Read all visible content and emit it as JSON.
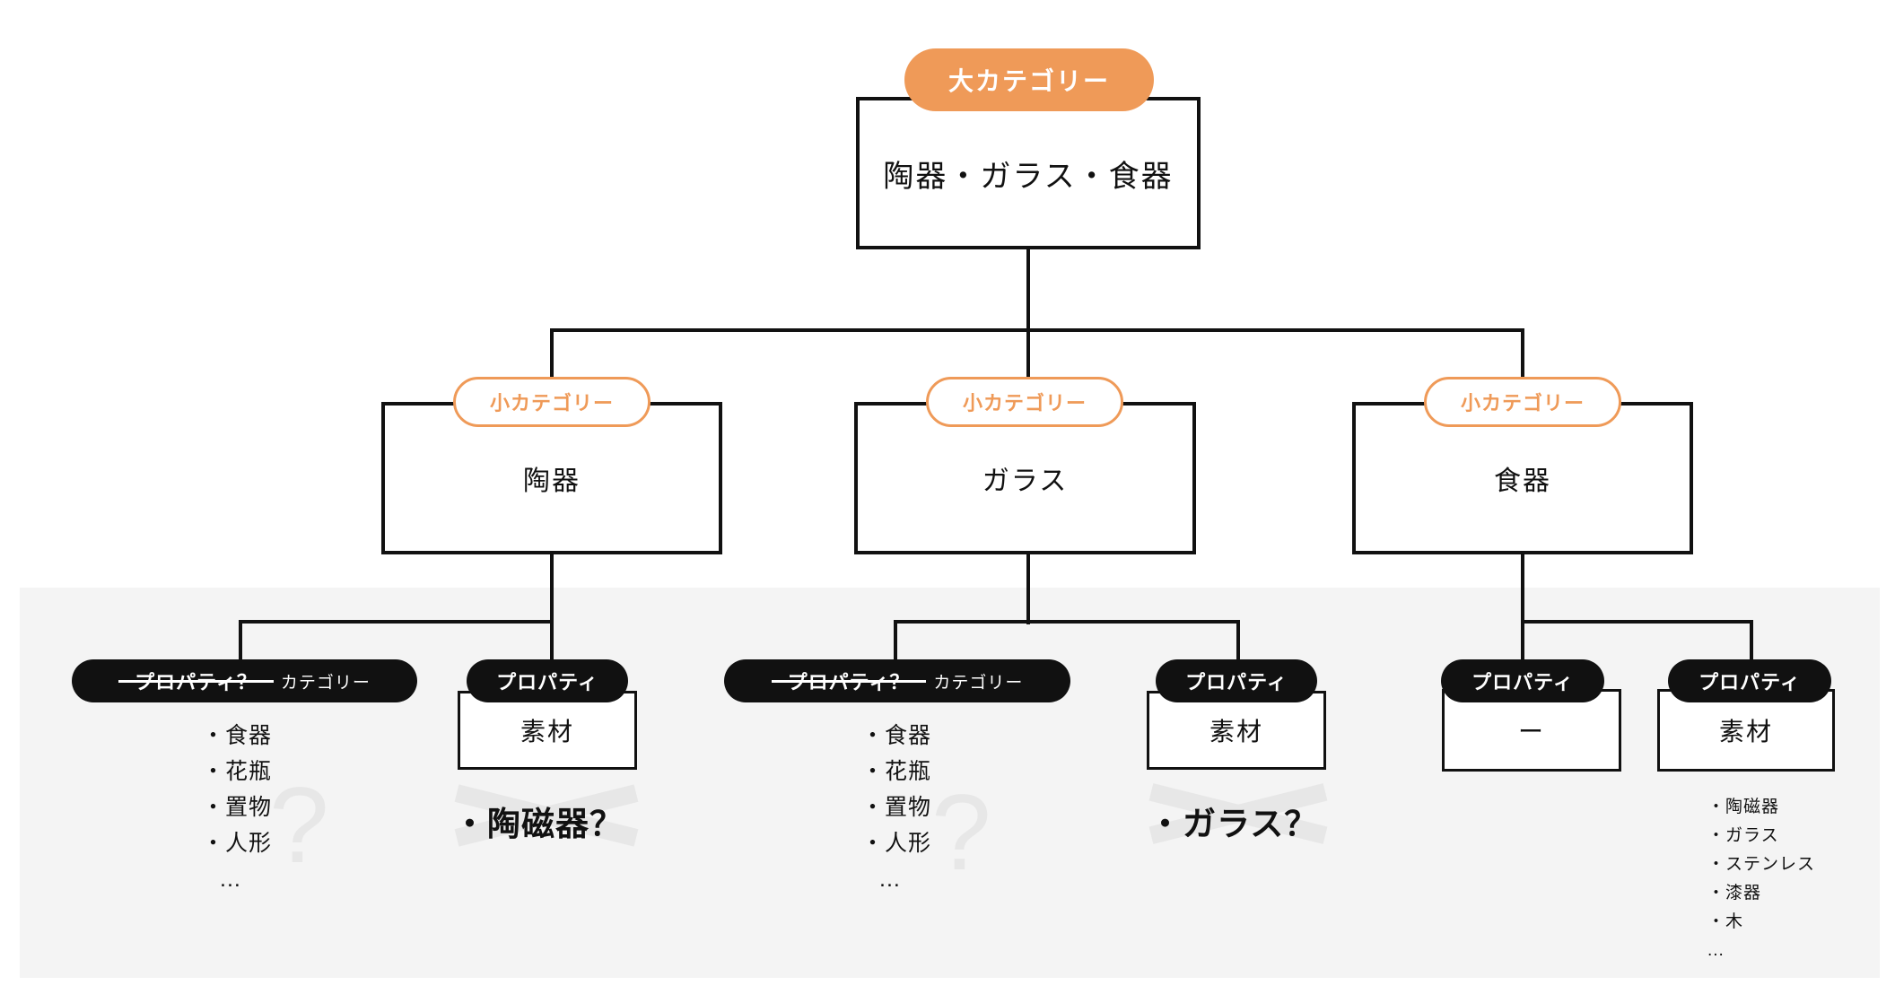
{
  "colors": {
    "accent": "#EF9A58",
    "ink": "#111111",
    "band": "#F4F4F4",
    "watermark": "#E7E7E7"
  },
  "root": {
    "badge": "大カテゴリー",
    "title": "陶器・ガラス・食器"
  },
  "branches": [
    {
      "badge": "小カテゴリー",
      "title": "陶器"
    },
    {
      "badge": "小カテゴリー",
      "title": "ガラス"
    },
    {
      "badge": "小カテゴリー",
      "title": "食器"
    }
  ],
  "details": {
    "touki_category": {
      "pill_strike": "プロパティ？",
      "pill_suffix": "カテゴリー",
      "items": [
        "・食器",
        "・花瓶",
        "・置物",
        "・人形",
        "..."
      ],
      "watermark": "?"
    },
    "touki_material": {
      "pill": "プロパティ",
      "box": "素材",
      "note": "・陶磁器？"
    },
    "glass_category": {
      "pill_strike": "プロパティ？",
      "pill_suffix": "カテゴリー",
      "items": [
        "・食器",
        "・花瓶",
        "・置物",
        "・人形",
        "..."
      ],
      "watermark": "?"
    },
    "glass_material": {
      "pill": "プロパティ",
      "box": "素材",
      "note": "・ガラス？"
    },
    "shokki_none": {
      "pill": "プロパティ",
      "box": "ー"
    },
    "shokki_material": {
      "pill": "プロパティ",
      "box": "素材",
      "items": [
        "・陶磁器",
        "・ガラス",
        "・ステンレス",
        "・漆器",
        "・木",
        "..."
      ]
    }
  }
}
